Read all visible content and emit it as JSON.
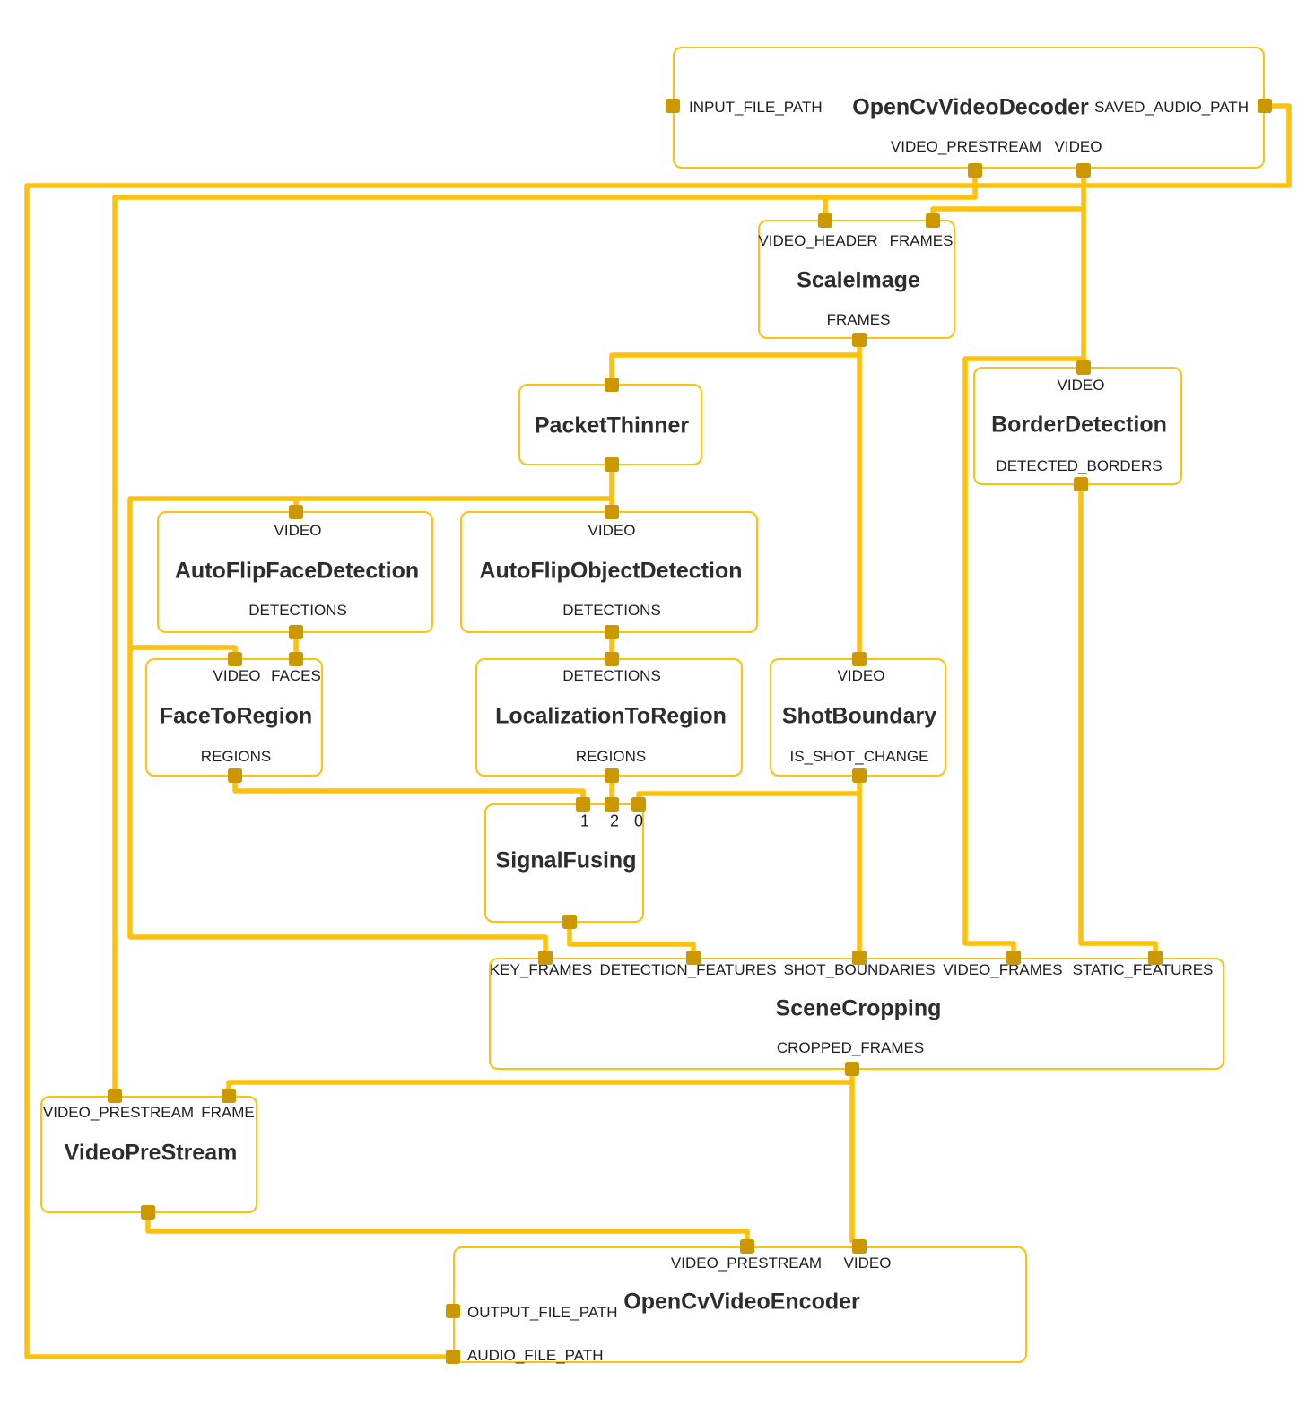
{
  "colors": {
    "edge": "#FFC10A",
    "port": "#CB9804",
    "node_border": "#FFC10A",
    "node_fill": "#ffffff",
    "text": "#1e1e1e",
    "title_text": "#2d2d2d",
    "background": "#ffffff"
  },
  "nodes": {
    "decoder": {
      "title": "OpenCvVideoDecoder",
      "in_left": "INPUT_FILE_PATH",
      "out_right": "SAVED_AUDIO_PATH",
      "out1": "VIDEO_PRESTREAM",
      "out2": "VIDEO"
    },
    "scale": {
      "title": "ScaleImage",
      "in1": "VIDEO_HEADER",
      "in2": "FRAMES",
      "out1": "FRAMES"
    },
    "thinner": {
      "title": "PacketThinner"
    },
    "border": {
      "title": "BorderDetection",
      "in1": "VIDEO",
      "out1": "DETECTED_BORDERS"
    },
    "facedet": {
      "title": "AutoFlipFaceDetection",
      "in1": "VIDEO",
      "out1": "DETECTIONS"
    },
    "objdet": {
      "title": "AutoFlipObjectDetection",
      "in1": "VIDEO",
      "out1": "DETECTIONS"
    },
    "face2region": {
      "title": "FaceToRegion",
      "in1": "VIDEO",
      "in2": "FACES",
      "out1": "REGIONS"
    },
    "loc2region": {
      "title": "LocalizationToRegion",
      "in1": "DETECTIONS",
      "out1": "REGIONS"
    },
    "shot": {
      "title": "ShotBoundary",
      "in1": "VIDEO",
      "out1": "IS_SHOT_CHANGE"
    },
    "fusing": {
      "title": "SignalFusing",
      "in1": "1",
      "in2": "2",
      "in3": "0"
    },
    "cropping": {
      "title": "SceneCropping",
      "in1": "KEY_FRAMES",
      "in2": "DETECTION_FEATURES",
      "in3": "SHOT_BOUNDARIES",
      "in4": "VIDEO_FRAMES",
      "in5": "STATIC_FEATURES",
      "out1": "CROPPED_FRAMES"
    },
    "prestream": {
      "title": "VideoPreStream",
      "in1": "VIDEO_PRESTREAM",
      "in2": "FRAME"
    },
    "encoder": {
      "title": "OpenCvVideoEncoder",
      "in1": "VIDEO_PRESTREAM",
      "in2": "VIDEO",
      "in_left1": "OUTPUT_FILE_PATH",
      "in_left2": "AUDIO_FILE_PATH"
    }
  },
  "connections": [
    "OpenCvVideoDecoder.SAVED_AUDIO_PATH -> OpenCvVideoEncoder.AUDIO_FILE_PATH",
    "OpenCvVideoDecoder.VIDEO_PRESTREAM -> ScaleImage.VIDEO_HEADER",
    "OpenCvVideoDecoder.VIDEO_PRESTREAM -> VideoPreStream.VIDEO_PRESTREAM",
    "OpenCvVideoDecoder.VIDEO -> ScaleImage.FRAMES",
    "OpenCvVideoDecoder.VIDEO -> BorderDetection.VIDEO",
    "OpenCvVideoDecoder.VIDEO -> SceneCropping.VIDEO_FRAMES",
    "ScaleImage.FRAMES -> PacketThinner",
    "ScaleImage.FRAMES -> ShotBoundary.VIDEO",
    "PacketThinner -> AutoFlipFaceDetection.VIDEO",
    "PacketThinner -> AutoFlipObjectDetection.VIDEO",
    "PacketThinner -> FaceToRegion.VIDEO",
    "PacketThinner -> SceneCropping.KEY_FRAMES",
    "AutoFlipFaceDetection.DETECTIONS -> FaceToRegion.FACES",
    "AutoFlipObjectDetection.DETECTIONS -> LocalizationToRegion.DETECTIONS",
    "FaceToRegion.REGIONS -> SignalFusing.1",
    "LocalizationToRegion.REGIONS -> SignalFusing.2",
    "ShotBoundary.IS_SHOT_CHANGE -> SignalFusing.0",
    "ShotBoundary.IS_SHOT_CHANGE -> SceneCropping.SHOT_BOUNDARIES",
    "SignalFusing -> SceneCropping.DETECTION_FEATURES",
    "BorderDetection.DETECTED_BORDERS -> SceneCropping.STATIC_FEATURES",
    "SceneCropping.CROPPED_FRAMES -> VideoPreStream.FRAME",
    "SceneCropping.CROPPED_FRAMES -> OpenCvVideoEncoder.VIDEO",
    "VideoPreStream -> OpenCvVideoEncoder.VIDEO_PRESTREAM"
  ]
}
